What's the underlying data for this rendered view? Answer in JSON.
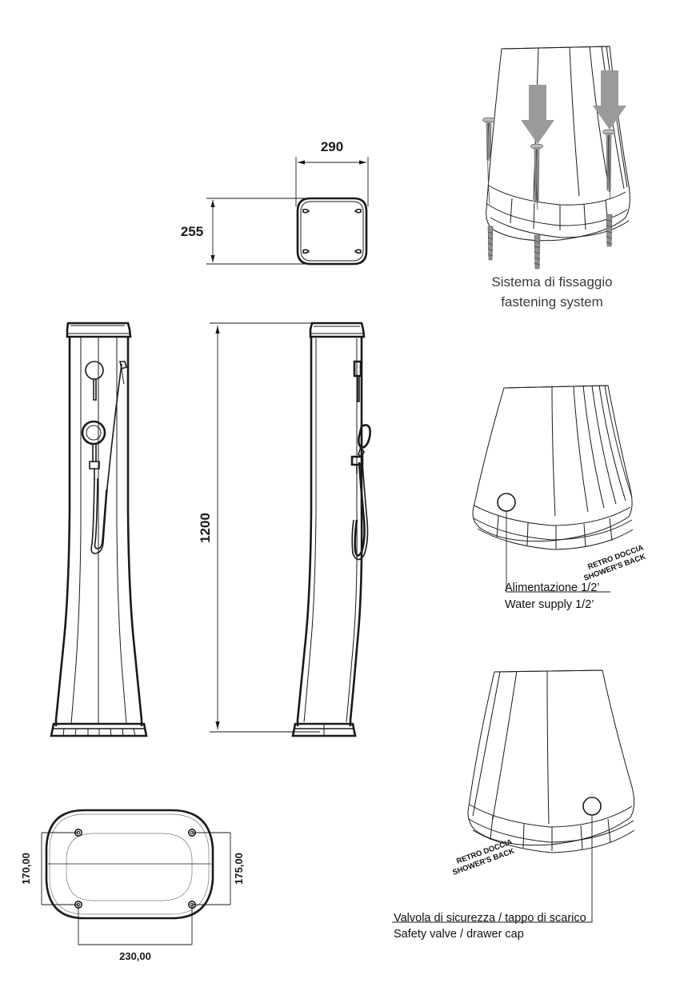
{
  "document": {
    "type": "technical-drawing",
    "subject": "Outdoor solar shower column - dimensional drawing",
    "units": "mm"
  },
  "dimensions": {
    "section_width": "290",
    "section_depth": "255",
    "column_height": "1200",
    "base_left_depth": "170,00",
    "base_right_depth": "175,00",
    "base_width": "230,00"
  },
  "captions": {
    "fastening_it": "Sistema di fissaggio",
    "fastening_en": "fastening system"
  },
  "annotations": {
    "water_supply_it": "Alimentazione 1/2’",
    "water_supply_en": "Water  supply 1/2’",
    "safety_valve_it": "Valvola di sicurezza / tappo di scarico",
    "safety_valve_en": "Safety valve / drawer cap",
    "shower_back_it": "RETRO DOCCIA",
    "shower_back_en": "SHOWER'S BACK"
  },
  "views": {
    "top_section": "cross-section-plan",
    "front_elevation": "front-view",
    "side_elevation": "side-view",
    "bottom_plan": "base-plan-view",
    "fastening_detail": "fastening-system-3d",
    "supply_detail": "water-supply-base-3d",
    "valve_detail": "safety-valve-base-3d"
  },
  "colors": {
    "line": "#1a1a1a",
    "arrow": "#9a9a9a",
    "caption": "#3a3a3a",
    "background": "#ffffff"
  }
}
